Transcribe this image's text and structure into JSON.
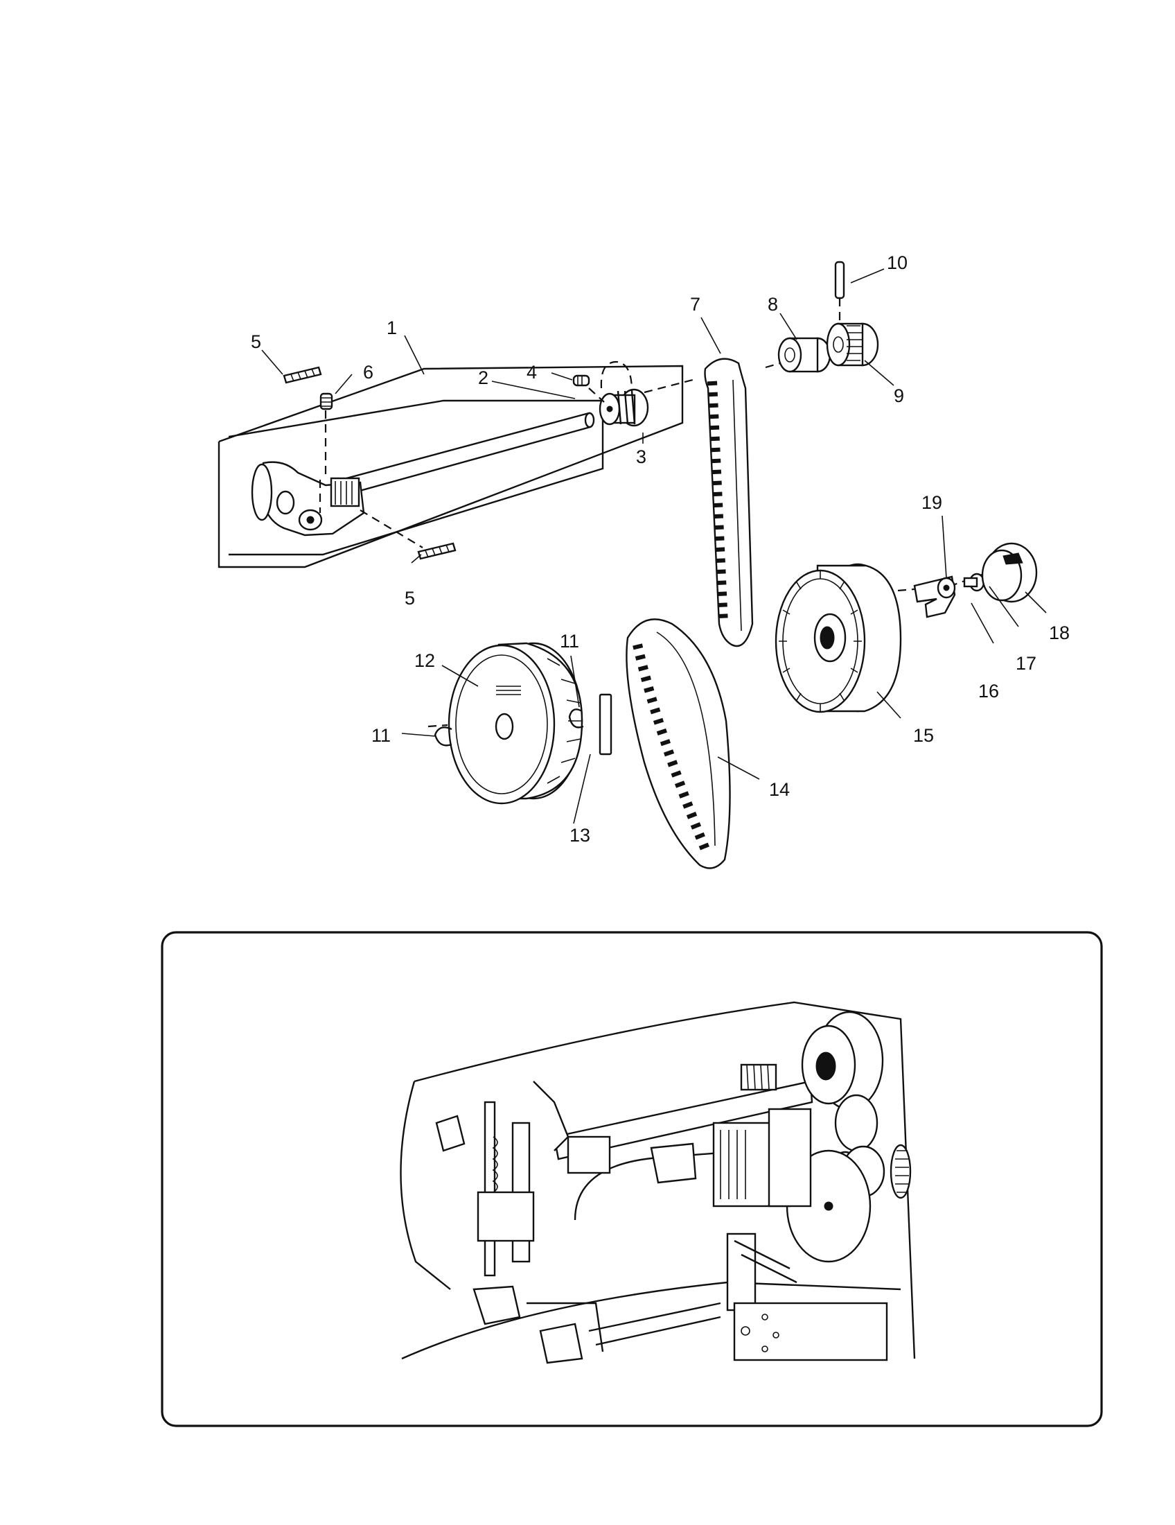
{
  "callouts": [
    {
      "id": "c1",
      "text": "1"
    },
    {
      "id": "c2",
      "text": "2"
    },
    {
      "id": "c3",
      "text": "3"
    },
    {
      "id": "c4",
      "text": "4"
    },
    {
      "id": "c5a",
      "text": "5"
    },
    {
      "id": "c5b",
      "text": "5"
    },
    {
      "id": "c6",
      "text": "6"
    },
    {
      "id": "c7",
      "text": "7"
    },
    {
      "id": "c8",
      "text": "8"
    },
    {
      "id": "c9",
      "text": "9"
    },
    {
      "id": "c10",
      "text": "10"
    },
    {
      "id": "c11a",
      "text": "11"
    },
    {
      "id": "c11b",
      "text": "11"
    },
    {
      "id": "c12",
      "text": "12"
    },
    {
      "id": "c13",
      "text": "13"
    },
    {
      "id": "c14",
      "text": "14"
    },
    {
      "id": "c15",
      "text": "15"
    },
    {
      "id": "c16",
      "text": "16"
    },
    {
      "id": "c17",
      "text": "17"
    },
    {
      "id": "c18",
      "text": "18"
    },
    {
      "id": "c19",
      "text": "19"
    }
  ]
}
